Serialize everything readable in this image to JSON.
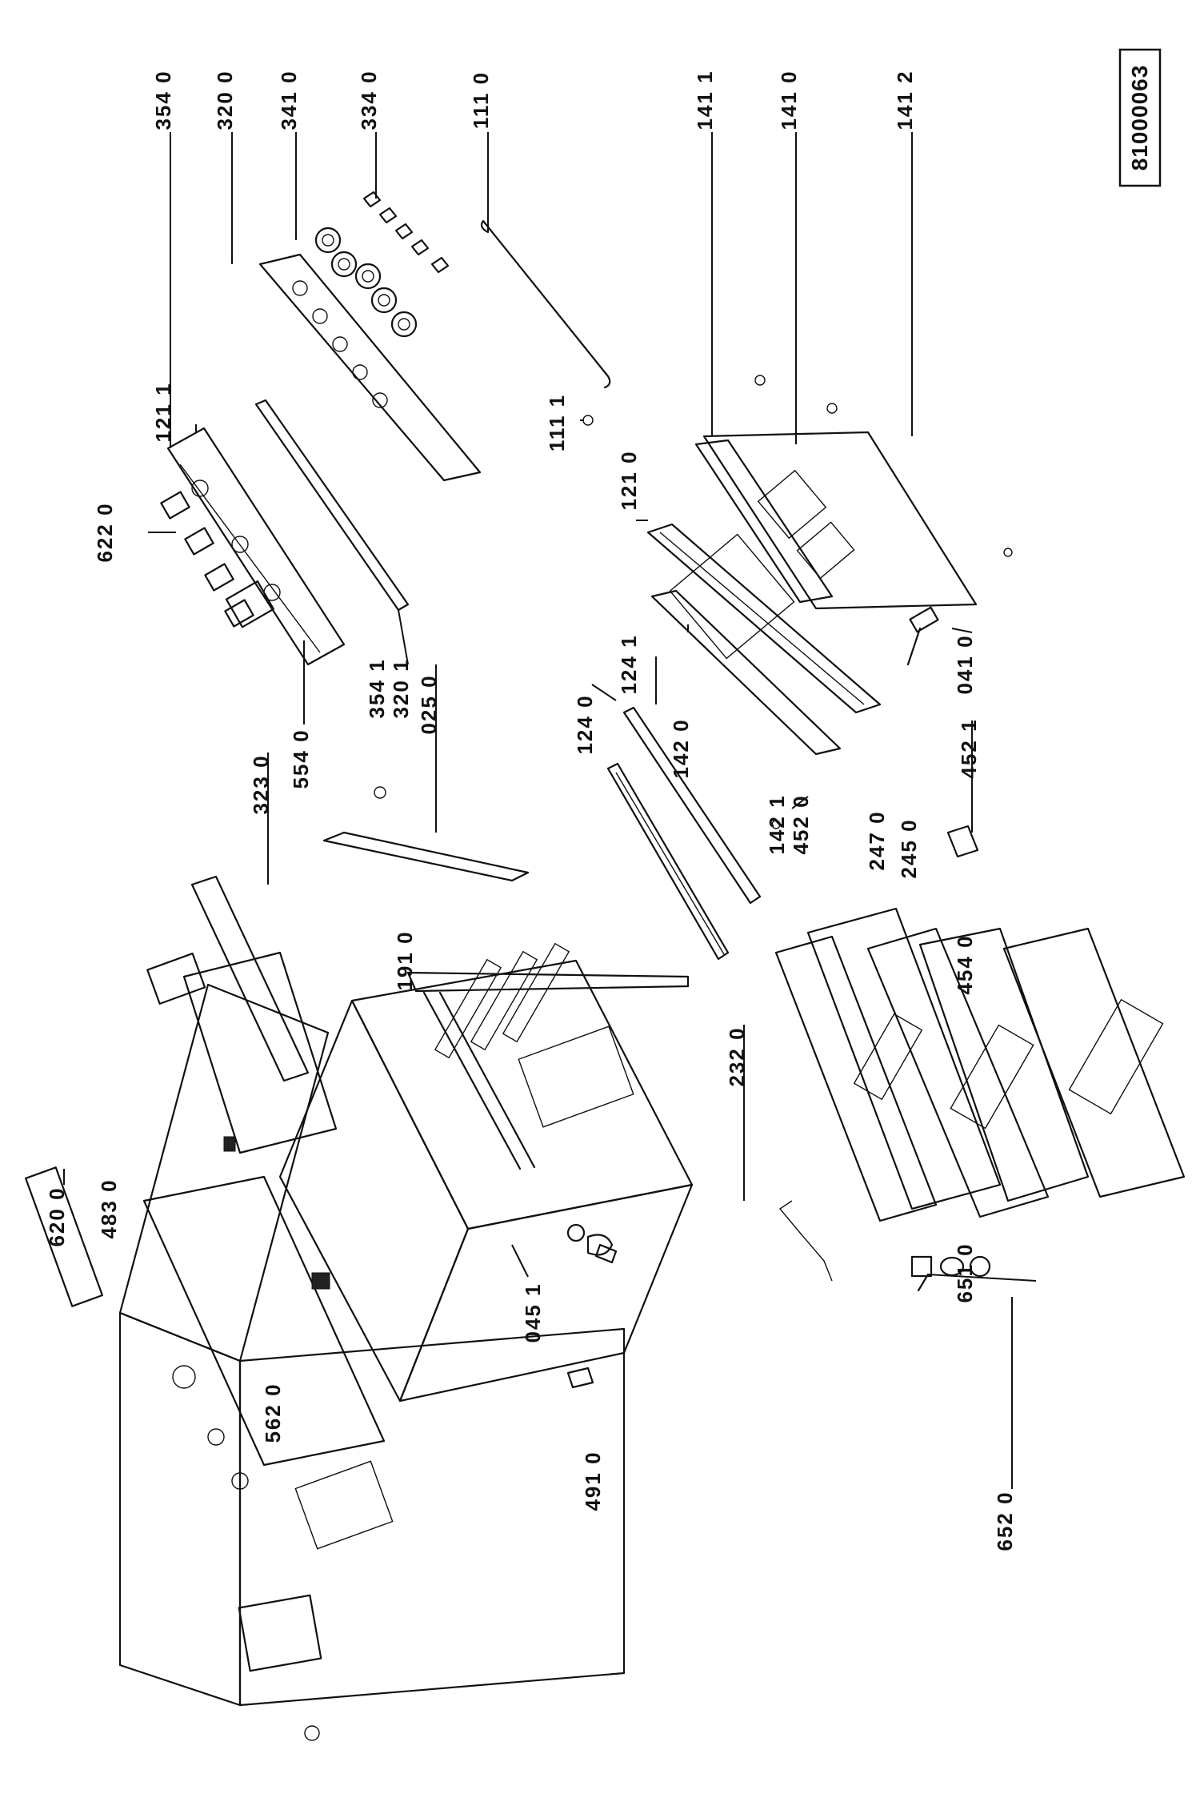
{
  "document_number": "81000063",
  "part_labels": [
    "354 0",
    "320 0",
    "341 0",
    "334 0",
    "111 0",
    "141 1",
    "141 0",
    "141 2",
    "121 1",
    "622 0",
    "111 1",
    "121 0",
    "124 1",
    "124 0",
    "142 0",
    "354 1",
    "320 1",
    "025 0",
    "323 0",
    "554 0",
    "041 0",
    "452 1",
    "142 1",
    "452 0",
    "247 0",
    "245 0",
    "454 0",
    "191 0",
    "232 0",
    "620 0",
    "483 0",
    "562 0",
    "651 0",
    "045 1",
    "491 0",
    "652 0"
  ]
}
